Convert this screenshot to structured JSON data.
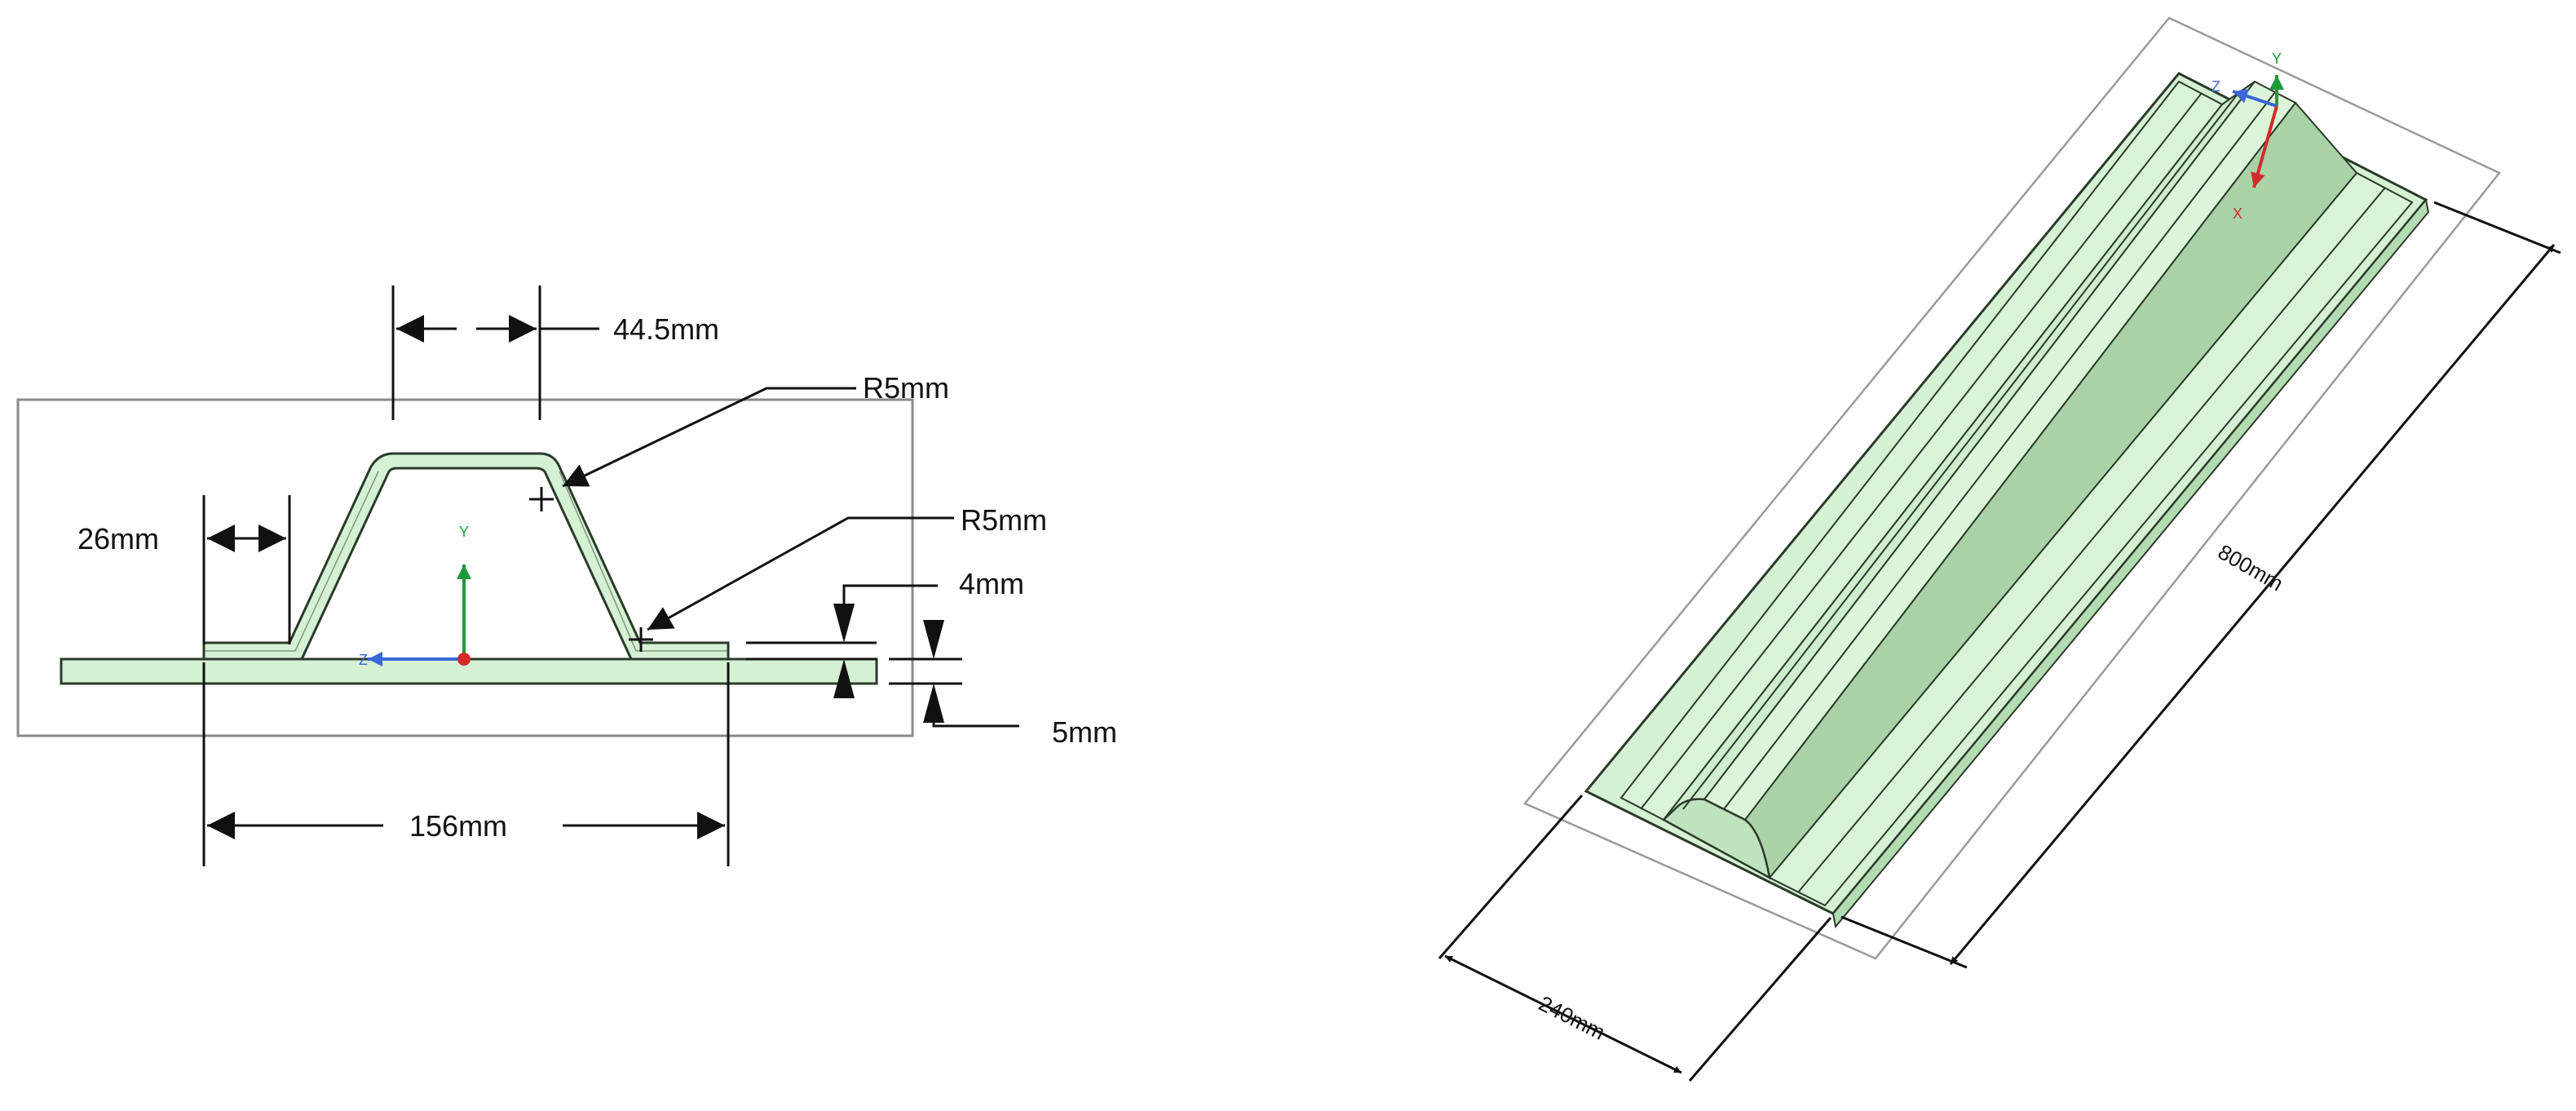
{
  "colors": {
    "part_fill": "#d4f1d4",
    "part_fill_dark": "#b4dcb3",
    "part_stroke": "#2b3a2b",
    "frame_stroke": "#8a8a8a",
    "dim_stroke": "#111111",
    "axis_y": "#1f9a3a",
    "axis_z": "#3a66d6",
    "axis_x": "#d42a2a",
    "origin": "#d42a2a"
  },
  "cross_section_view": {
    "dimensions": {
      "top_width": "44.5mm",
      "flange_width": "26mm",
      "upper_radius": "R5mm",
      "lower_radius": "R5mm",
      "hat_thickness": "4mm",
      "plate_thickness": "5mm",
      "base_width": "156mm"
    },
    "axes": {
      "y": "Y",
      "z": "Z"
    }
  },
  "isometric_view": {
    "dimensions": {
      "length": "800mm",
      "width": "240mm"
    },
    "axes": {
      "y": "Y",
      "z": "Z",
      "x": "X"
    }
  }
}
